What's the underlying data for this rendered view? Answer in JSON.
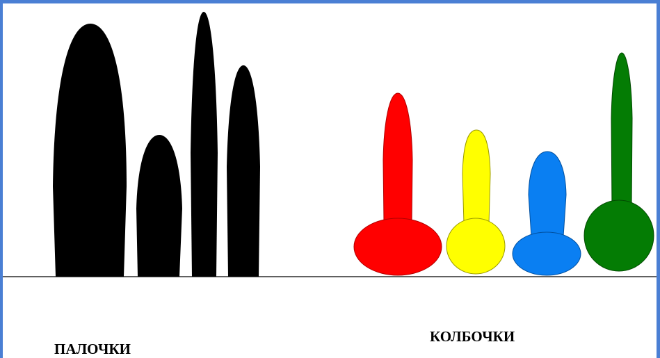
{
  "labels": {
    "rods": "ПАЛОЧКИ",
    "cones": "КОЛБОЧКИ"
  },
  "colors": {
    "border": "#4a7fd4",
    "rod": "#000000",
    "cone_red": "#ff0000",
    "cone_yellow": "#ffff00",
    "cone_blue": "#0a7ff2",
    "cone_green": "#047c04",
    "baseline": "#000000"
  },
  "rods": [
    {
      "name": "rod-1"
    },
    {
      "name": "rod-2"
    },
    {
      "name": "rod-3"
    },
    {
      "name": "rod-4"
    }
  ],
  "cones": [
    {
      "name": "cone-red",
      "color": "red"
    },
    {
      "name": "cone-yellow",
      "color": "yellow"
    },
    {
      "name": "cone-blue",
      "color": "blue"
    },
    {
      "name": "cone-green",
      "color": "green"
    }
  ]
}
